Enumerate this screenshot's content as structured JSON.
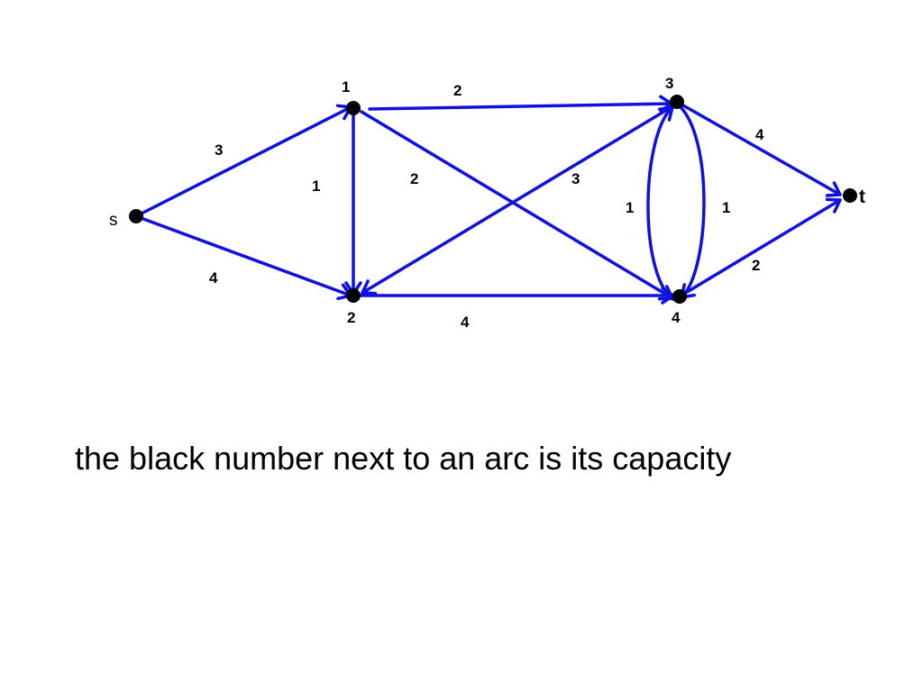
{
  "colors": {
    "arc": "#1010e0",
    "node": "#000000",
    "background": "#ffffff"
  },
  "nodes": [
    {
      "id": "s",
      "label": "s"
    },
    {
      "id": "1",
      "label": "1"
    },
    {
      "id": "2",
      "label": "2"
    },
    {
      "id": "3",
      "label": "3"
    },
    {
      "id": "4",
      "label": "4"
    },
    {
      "id": "t",
      "label": "t"
    }
  ],
  "arcs": [
    {
      "from": "s",
      "to": "1",
      "capacity": "3"
    },
    {
      "from": "s",
      "to": "2",
      "capacity": "4"
    },
    {
      "from": "1",
      "to": "2",
      "capacity": "1"
    },
    {
      "from": "1",
      "to": "3",
      "capacity": "2"
    },
    {
      "from": "1",
      "to": "4",
      "capacity": "2"
    },
    {
      "from": "3",
      "to": "2",
      "capacity": "3"
    },
    {
      "from": "2",
      "to": "4",
      "capacity": "4"
    },
    {
      "from": "4",
      "to": "3",
      "capacity": "1"
    },
    {
      "from": "3",
      "to": "4",
      "capacity": "1"
    },
    {
      "from": "3",
      "to": "t",
      "capacity": "4"
    },
    {
      "from": "4",
      "to": "t",
      "capacity": "2"
    }
  ],
  "caption": "the black number next to an arc is its capacity"
}
